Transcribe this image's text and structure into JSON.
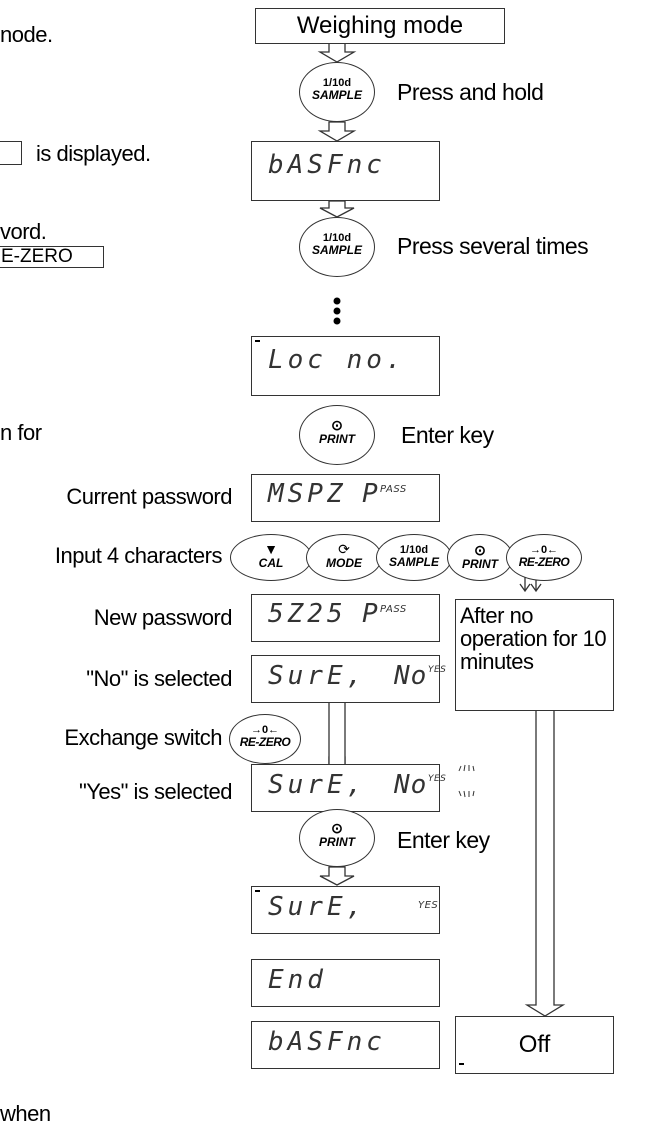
{
  "left_text": {
    "line1": "node.",
    "line2": "is displayed.",
    "line3": "vord.",
    "line4": "E-ZERO",
    "line5": "n for",
    "line6": "when"
  },
  "flow": {
    "weighing_mode": "Weighing mode",
    "press_hold": "Press and hold",
    "press_several": "Press several times",
    "enter_key_1": "Enter key",
    "enter_key_2": "Enter key",
    "after_no_op": "After no operation for 10 minutes",
    "off": "Off"
  },
  "labels": {
    "current_password": "Current password",
    "input_chars": "Input 4 characters",
    "new_password": "New password",
    "no_selected": "\"No\" is selected",
    "exchange": "Exchange switch",
    "yes_selected": "\"Yes\" is selected"
  },
  "displays": {
    "basfnc": "bASFnc",
    "loc_no": "Loc no.",
    "current_pw": "MSPZ",
    "pass": "PASS",
    "new_pw": "5Z25",
    "sure": "SurE,",
    "no": "No",
    "yes": "YES",
    "end": "End"
  },
  "keys": {
    "sample_top": "1/10d",
    "sample_bot": "SAMPLE",
    "print": "PRINT",
    "print_sym": "⊙",
    "cal": "CAL",
    "cal_sym": "▼",
    "mode": "MODE",
    "mode_sym": "⟳",
    "rezero": "RE-ZERO",
    "rezero_sym": "→0←"
  }
}
